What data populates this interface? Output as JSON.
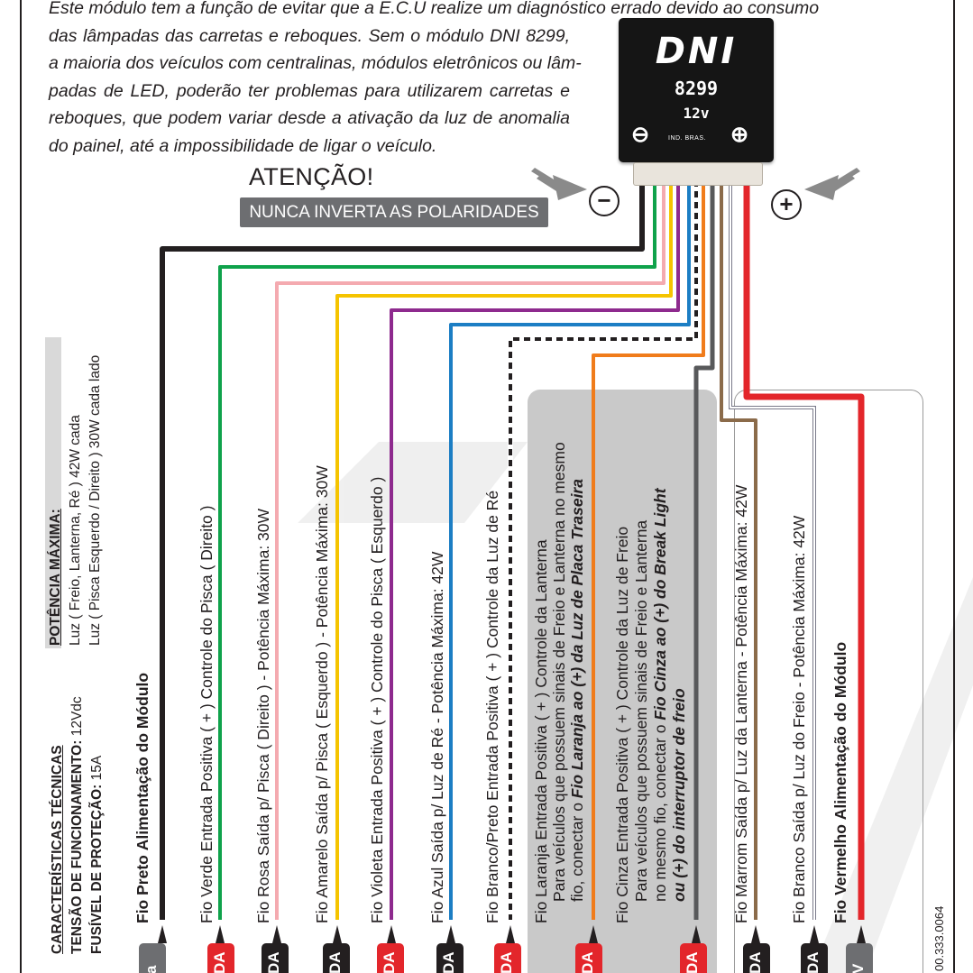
{
  "intro": {
    "line1": "Este módulo tem a função de evitar que a E.C.U realize um diagnóstico errado devido  ao  consumo",
    "line2": "das lâmpadas das  carretas  e  reboques.  Sem  o  módulo  DNI 8299,",
    "line3": "a maioria dos veículos com centralinas, módulos eletrônicos ou lâm-",
    "line4": "padas de LED, poderão  ter  problemas  para  utilizarem  carretas  e",
    "line5": "reboques, que podem variar desde a ativação  da  luz  de  anomalia",
    "line6": "do painel, até a impossibilidade de ligar o veículo."
  },
  "attention": {
    "title": "ATENÇÃO!",
    "warning": "NUNCA INVERTA AS POLARIDADES"
  },
  "module": {
    "brand": "DNI",
    "model": "8299",
    "voltage": "12v",
    "minus": "⊖",
    "plus": "⊕",
    "made_in": "IND. BRAS.",
    "pole_neg": "−",
    "pole_pos": "+"
  },
  "tech": {
    "title": "CARACTERÍSTICAS TÉCNICAS",
    "voltage_label": "TENSÃO DE FUNCIONAMENTO:",
    "voltage_value": " 12Vdc",
    "fuse_label": "FUSÍVEL DE PROTEÇÃO:",
    "fuse_value": " 15A",
    "power_title": "POTÊNCIA MÁXIMA:",
    "power_line1": "Luz ( Freio, Lanterna, Ré ) 42W cada",
    "power_line2": "Luz ( Pisca Esquerdo / Direito ) 30W cada lado"
  },
  "wires": [
    {
      "color": "#231f20",
      "name": "Fio Preto",
      "desc": "Alimentação do Módulo"
    },
    {
      "color": "#0fa24b",
      "name": "Fio Verde",
      "desc": "Entrada Positiva ( + ) Controle do Pisca ( Direito )"
    },
    {
      "color": "#f4aab0",
      "name": "Fio Rosa",
      "desc": "Saída p/ Pisca ( Direito ) - Potência Máxima: 30W"
    },
    {
      "color": "#f5c400",
      "name": "Fio Amarelo",
      "desc": "Saída p/ Pisca ( Esquerdo ) - Potência Máxima: 30W"
    },
    {
      "color": "#8e2a8e",
      "name": "Fio Violeta",
      "desc": "Entrada Positiva ( + ) Controle do Pisca ( Esquerdo )"
    },
    {
      "color": "#1c7ec4",
      "name": "Fio Azul",
      "desc": "Saída p/ Luz de Ré - Potência Máxima: 42W"
    },
    {
      "color": "#231f20",
      "name": "Fio Branco/Preto",
      "desc": "Entrada Positiva ( + ) Controle da Luz de Ré"
    },
    {
      "color": "#f07c1b",
      "name": "Fio Laranja",
      "desc": "Entrada Positiva ( + ) Controle da Lanterna",
      "note1": "Para veículos que possuem sinais de Freio e Lanterna no mesmo",
      "note2_pre": "fio, conectar o ",
      "note2_em": "Fio Laranja ao (+) da Luz de Placa Traseira"
    },
    {
      "color": "#58595b",
      "name": "Fio Cinza",
      "desc": "Entrada Positiva ( + ) Controle da Luz de Freio",
      "note1": "Para veículos que possuem sinais de Freio e Lanterna",
      "note2_pre": "no mesmo fio, conectar o ",
      "note2_em": "Fio Cinza ao (+) do Break Light",
      "note3": "ou (+) do interruptor de freio"
    },
    {
      "color": "#8b6b4a",
      "name": "Fio Marrom",
      "desc": "Saída p/ Luz da Lanterna - Potência Máxima: 42W"
    },
    {
      "color": "#b9b9b9",
      "name": "Fio Branco",
      "desc": "Saída p/ Luz do Freio - Potência Máxima: 42W"
    },
    {
      "color": "#e3262b",
      "name": "Fio Vermelho",
      "desc": "Alimentação do Módulo"
    }
  ],
  "tags": [
    {
      "text": "a",
      "color": "#6d6e71"
    },
    {
      "text": "DA",
      "color": "#e3262b"
    },
    {
      "text": "DA",
      "color": "#231f20"
    },
    {
      "text": "DA",
      "color": "#231f20"
    },
    {
      "text": "DA",
      "color": "#e3262b"
    },
    {
      "text": "DA",
      "color": "#231f20"
    },
    {
      "text": "DA",
      "color": "#e3262b"
    },
    {
      "text": "DA",
      "color": "#e3262b"
    },
    {
      "text": "DA",
      "color": "#e3262b"
    },
    {
      "text": "DA",
      "color": "#231f20"
    },
    {
      "text": "DA",
      "color": "#231f20"
    },
    {
      "text": "V",
      "color": "#6d6e71"
    }
  ],
  "ref_code": "00.333.0064"
}
